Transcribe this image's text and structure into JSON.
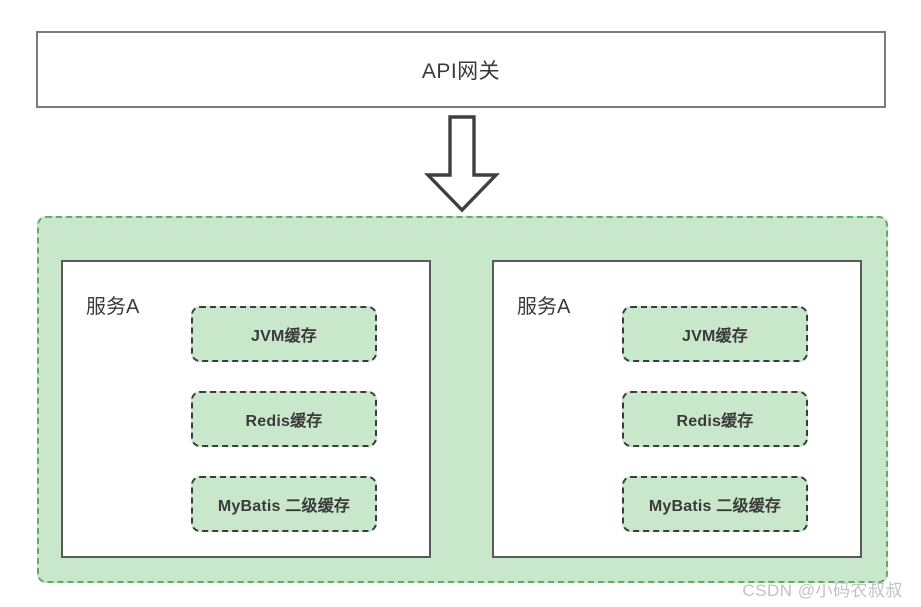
{
  "diagram": {
    "gateway": {
      "label": "API网关",
      "icon": "gateway-box"
    },
    "arrow": {
      "icon": "arrow-down-icon",
      "direction": "down"
    },
    "cluster": {
      "fill_color": "#c9e7ca",
      "border_color": "#63a968",
      "services": [
        {
          "label": "服务A",
          "caches": [
            {
              "label": "JVM缓存"
            },
            {
              "label": "Redis缓存"
            },
            {
              "label": "MyBatis 二级缓存"
            }
          ]
        },
        {
          "label": "服务A",
          "caches": [
            {
              "label": "JVM缓存"
            },
            {
              "label": "Redis缓存"
            },
            {
              "label": "MyBatis 二级缓存"
            }
          ]
        }
      ]
    },
    "watermark": "CSDN @小码农叔叔"
  }
}
